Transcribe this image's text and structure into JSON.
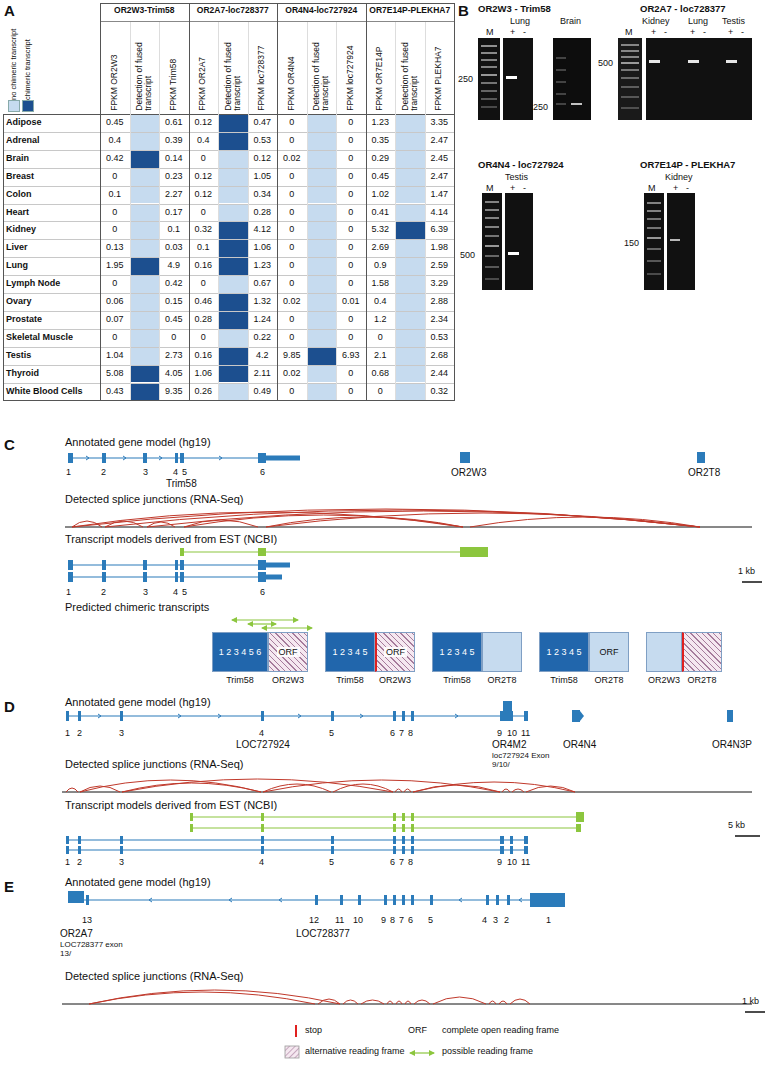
{
  "diagram": {
    "nodes": [
      {
        "text": [
          "1 2 3 4 5 6",
          "ORF",
          "Trim58",
          "OR2W3"
        ]
      },
      {
        "text": [
          "1 2 3 4 5",
          "ORF",
          "Trim58",
          "OR2W3"
        ]
      },
      {
        "text": [
          "1 2 3 4 5",
          "Trim58",
          "OR2T8"
        ]
      },
      {
        "text": [
          "1 2 3 4 5",
          "ORF",
          "Trim58",
          "OR2T8"
        ]
      },
      {
        "text": [
          "OR2W3",
          "OR2T8"
        ]
      }
    ],
    "labels": [
      "A",
      "B",
      "C",
      "D",
      "E",
      "OR2W3-Trim58",
      "OR2A7-loc728377",
      "OR4N4-loc727924",
      "OR7E14P-PLEKHA7",
      "FPKM OR2W3",
      "Detection of fused transcript",
      "FPKM Trim58",
      "FPKM OR2A7",
      "Detection of fused transcript",
      "FPKM loc728377",
      "FPKM OR4N4",
      "Detection of fused transcript",
      "FPKM loc727924",
      "FPKM OR7E14P",
      "Detection of fused transcript",
      "FPKM PLEKHA7",
      "Adipose",
      "0.45",
      "0.61",
      "0.12",
      "0.47",
      "0",
      "0",
      "1.23",
      "3.35",
      "Adrenal",
      "0.4",
      "0.39",
      "0.4",
      "0.53",
      "0",
      "0",
      "0.35",
      "2.47",
      "Brain",
      "0.42",
      "0.14",
      "0",
      "0.12",
      "0.02",
      "0",
      "0.29",
      "2.45",
      "Breast",
      "0",
      "0.23",
      "0.12",
      "1.05",
      "0",
      "0",
      "0.45",
      "2.47",
      "Colon",
      "0.1",
      "2.27",
      "0.12",
      "0.34",
      "0",
      "0",
      "1.02",
      "1.47",
      "Heart",
      "0",
      "0.17",
      "0",
      "0.28",
      "0",
      "0",
      "0.41",
      "4.14",
      "Kidney",
      "0",
      "0.1",
      "0.32",
      "4.12",
      "0",
      "0",
      "5.32",
      "6.39",
      "Liver",
      "0.13",
      "0.03",
      "0.1",
      "1.06",
      "0",
      "0",
      "2.69",
      "1.98",
      "Lung",
      "1.95",
      "4.9",
      "0.16",
      "1.23",
      "0",
      "0",
      "0.9",
      "2.59",
      "Lymph Node",
      "0",
      "0.42",
      "0",
      "0.67",
      "0",
      "0",
      "1.58",
      "3.29",
      "Ovary",
      "0.06",
      "0.15",
      "0.46",
      "1.32",
      "0.02",
      "0.01",
      "0.4",
      "2.88",
      "Prostate",
      "0.07",
      "0.45",
      "0.28",
      "1.24",
      "0",
      "0",
      "1.2",
      "2.34",
      "Skeletal Muscle",
      "0",
      "0",
      "0",
      "0.22",
      "0",
      "0",
      "0",
      "0.53",
      "Testis",
      "1.04",
      "2.73",
      "0.16",
      "4.2",
      "9.85",
      "6.93",
      "2.1",
      "2.68",
      "Thyroid",
      "5.08",
      "4.05",
      "1.06",
      "2.11",
      "0.02",
      "0",
      "0.68",
      "2.44",
      "White Blood Cells",
      "0.43",
      "9.35",
      "0.26",
      "0.49",
      "0",
      "0",
      "0",
      "0.32",
      "OR2W3 - Trim58",
      "Lung",
      "Brain",
      "M",
      "+",
      "-",
      "250",
      "250",
      "OR2A7 - loc728377",
      "Kidney",
      "Lung",
      "Testis",
      "M",
      "+",
      "-",
      "+",
      "-",
      "+",
      "-",
      "500",
      "OR4N4 - loc727924",
      "Testis",
      "M",
      "+",
      "-",
      "500",
      "OR7E14P - PLEKHA7",
      "Kidney",
      "M",
      "+",
      "-",
      "150",
      "Annotated gene model (hg19)",
      "1",
      "2",
      "3",
      "4",
      "5",
      "6",
      "Trim58",
      "OR2W3",
      "OR2T8",
      "Detected splice junctions (RNA-Seq)",
      "Transcript models derived from EST (NCBI)",
      "1",
      "2",
      "3",
      "4",
      "5",
      "6",
      "1 kb",
      "Predicted chimeric transcripts",
      "Annotated gene model (hg19)",
      "1",
      "2",
      "3",
      "4",
      "5",
      "6",
      "7",
      "8",
      "9",
      "10",
      "11",
      "LOC727924",
      "OR4M2",
      "loc727924 Exon 9/10/",
      "OR4N4",
      "OR4N3P",
      "Detected splice junctions (RNA-Seq)",
      "Transcript models derived from EST (NCBI)",
      "1",
      "2",
      "3",
      "4",
      "5",
      "6",
      "7",
      "8",
      "9",
      "10",
      "11",
      "5 kb",
      "Annotated gene model (hg19)",
      "13",
      "OR2A7",
      "LOC728377 exon 13/",
      "12",
      "11",
      "10",
      "9",
      "8",
      "7",
      "6",
      "5",
      "4",
      "3",
      "2",
      "1",
      "LOC728377",
      "Detected splice junctions (RNA-Seq)",
      "1 kb",
      "ORF"
    ],
    "legend": [
      {
        "text": "no chimeric transcript",
        "color": "#c6dbef"
      },
      {
        "text": "chimeric transcript",
        "color": "#1c4f8f"
      },
      {
        "text": "stop"
      },
      {
        "text": "complete open reading frame"
      },
      {
        "text": "alternative reading frame"
      },
      {
        "text": "possible reading frame"
      }
    ]
  }
}
